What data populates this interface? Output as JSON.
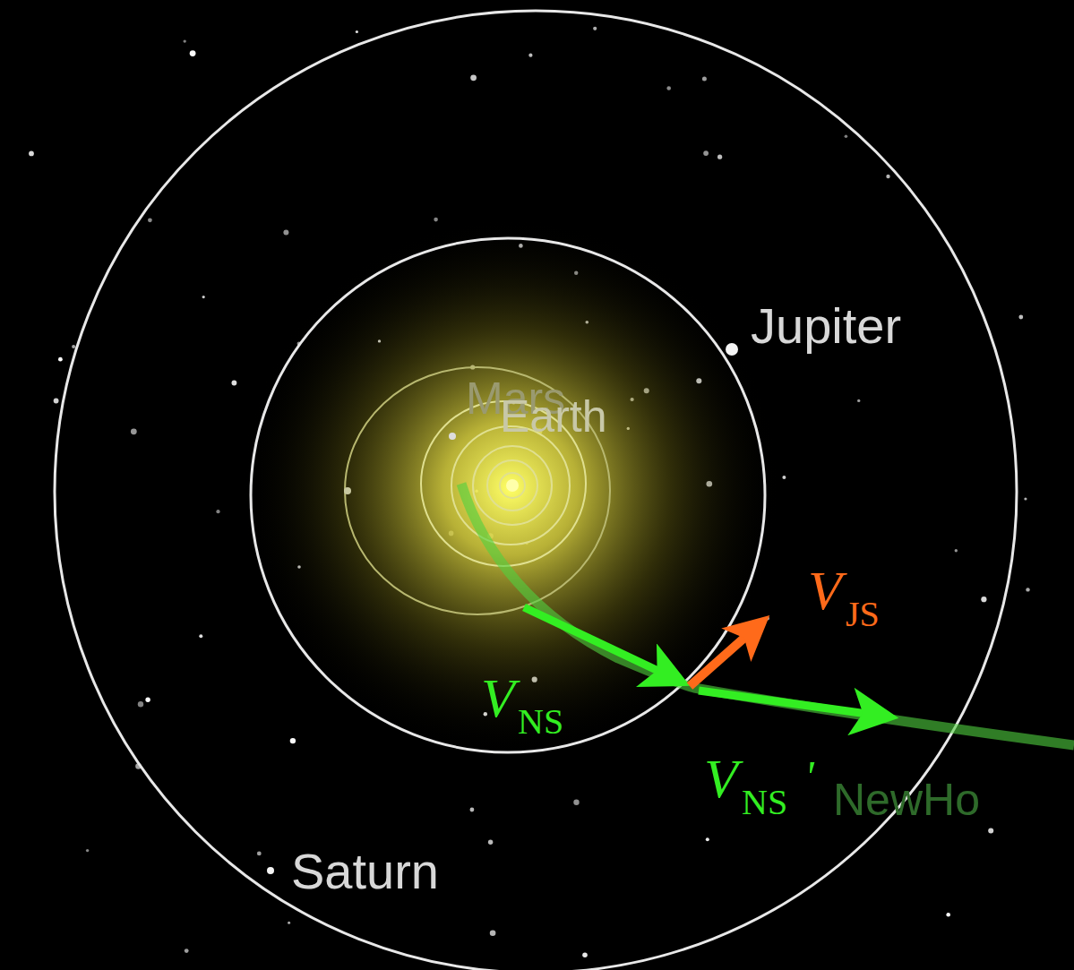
{
  "diagram": {
    "labels": [
      "Jupiter",
      "Mars",
      "Earth",
      "Saturn",
      "NewHo",
      "V",
      "JS",
      "V",
      "NS",
      "V",
      "NS",
      "'"
    ]
  }
}
